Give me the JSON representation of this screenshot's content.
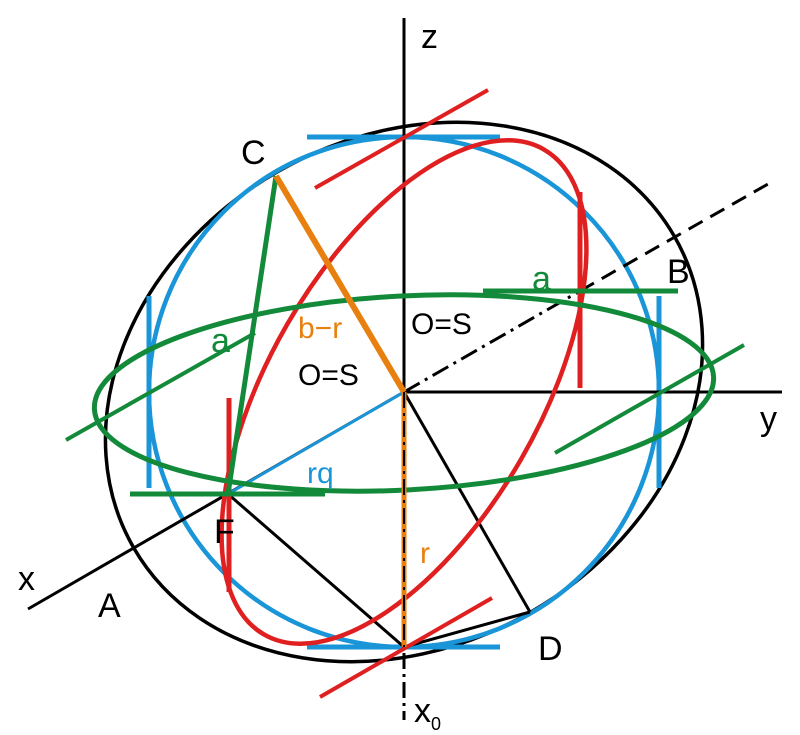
{
  "colors": {
    "black": "#000000",
    "red": "#e02020",
    "blue": "#1a96d8",
    "green": "#128a3a",
    "orange": "#e88010"
  },
  "labels": {
    "z": "z",
    "y": "y",
    "x": "x",
    "x0_main": "x",
    "x0_sub": "0",
    "A": "A",
    "B": "B",
    "C": "C",
    "D": "D",
    "F": "F",
    "os_upper": "O=S",
    "os_lower": "O=S",
    "a_left": "a",
    "a_right": "a",
    "b_minus_r": "b−r",
    "rq": "rq",
    "r": "r"
  }
}
